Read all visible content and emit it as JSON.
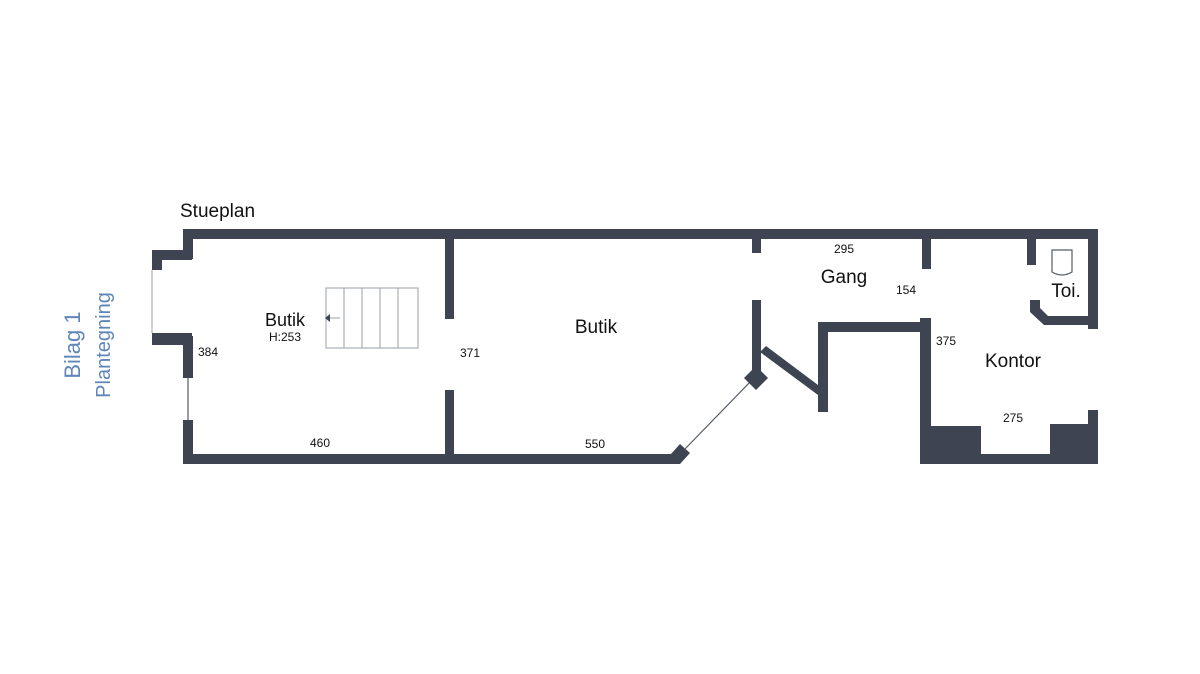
{
  "side_label": {
    "line1": "Bilag 1",
    "line2": "Plantegning"
  },
  "floor_title": "Stueplan",
  "rooms": {
    "butik_left": "Butik",
    "butik_left_height": "H:253",
    "butik_main": "Butik",
    "gang": "Gang",
    "toilet": "Toi.",
    "kontor": "Kontor"
  },
  "dimensions": {
    "d384": "384",
    "d460": "460",
    "d371": "371",
    "d550": "550",
    "d295": "295",
    "d154": "154",
    "d375": "375",
    "d275": "275"
  },
  "colors": {
    "wall": "#3f4452",
    "side_label": "#5f86b8"
  }
}
